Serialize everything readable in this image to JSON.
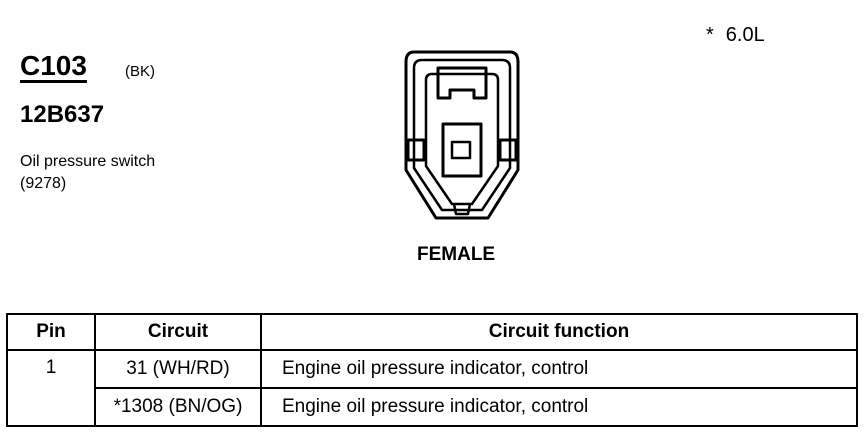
{
  "footnote": {
    "marker": "*",
    "text": "6.0L"
  },
  "connector": {
    "id": "C103",
    "color": "(BK)",
    "part_number": "12B637",
    "description_line1": "Oil pressure switch",
    "description_line2": "(9278)",
    "gender": "FEMALE"
  },
  "table": {
    "headers": {
      "pin": "Pin",
      "circuit": "Circuit",
      "function": "Circuit function"
    },
    "rows": [
      {
        "pin": "1",
        "circuit": "31 (WH/RD)",
        "function": "Engine oil pressure indicator, control"
      },
      {
        "pin": "",
        "circuit": "*1308 (BN/OG)",
        "function": "Engine oil pressure indicator, control"
      }
    ]
  }
}
